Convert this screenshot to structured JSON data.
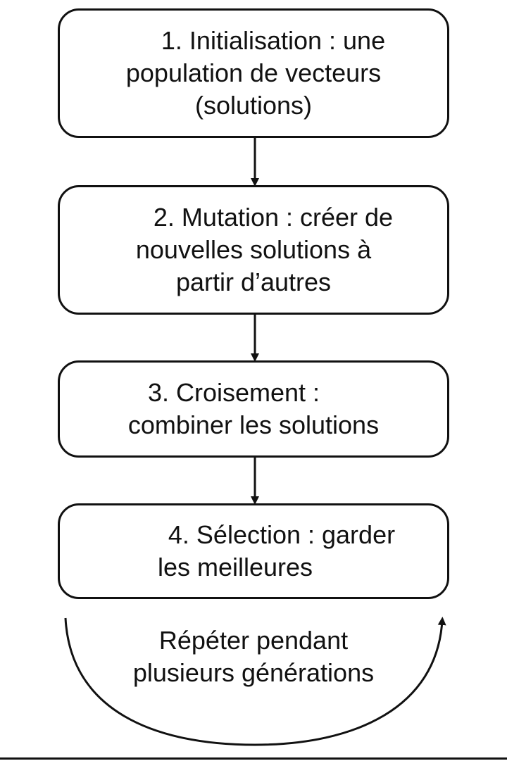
{
  "steps": [
    {
      "lines": [
        "1. Initialisation : une",
        "population de vecteurs",
        "(solutions)"
      ]
    },
    {
      "lines": [
        "2. Mutation : créer de",
        "nouvelles solutions à",
        "partir d’autres"
      ]
    },
    {
      "lines": [
        "3. Croisement :",
        "combiner les solutions"
      ]
    },
    {
      "lines": [
        "4. Sélection : garder",
        "les meilleures"
      ]
    }
  ],
  "loop": {
    "lines": [
      "Répéter pendant",
      "plusieurs générations"
    ]
  },
  "colors": {
    "stroke": "#111111",
    "background": "#ffffff"
  }
}
